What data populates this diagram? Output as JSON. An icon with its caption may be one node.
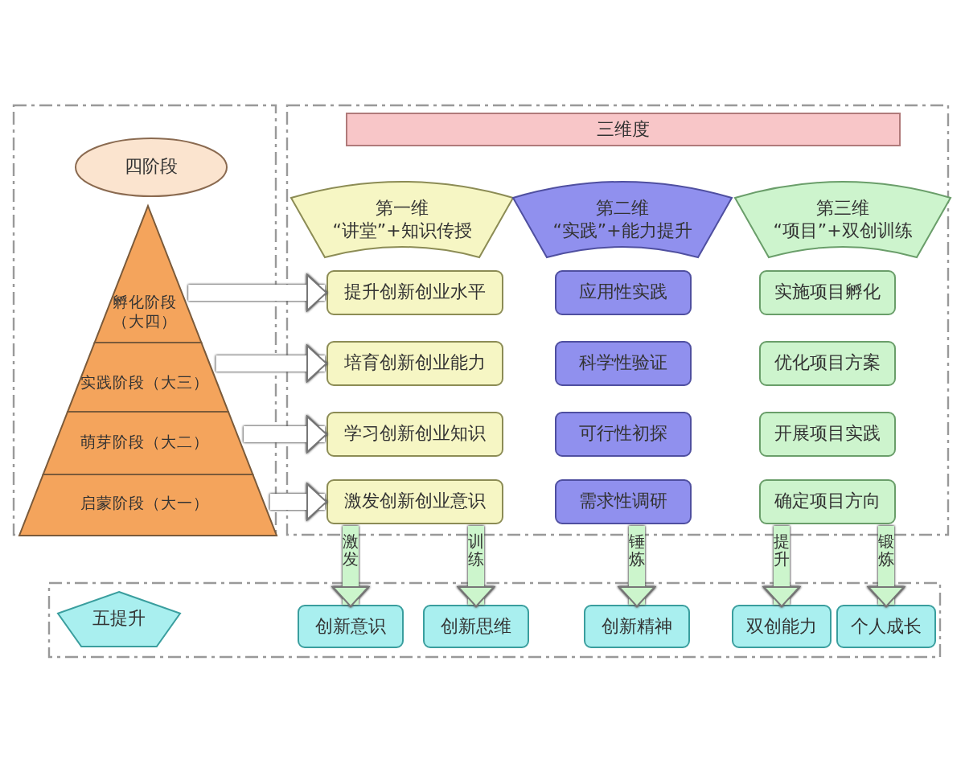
{
  "diagram": {
    "nodes": [
      {
        "text": [],
        "shape": "box"
      },
      {
        "text": [
          "四阶段"
        ],
        "in": 0
      },
      {
        "text": [
          "孵化阶段（大四）"
        ],
        "in": 0
      },
      {
        "text": [
          "实践阶段（大三）"
        ],
        "in": 0
      },
      {
        "text": [
          "萌芽阶段（大二）"
        ],
        "in": 0
      },
      {
        "text": [
          "启蒙阶段（大一）"
        ],
        "in": 0
      },
      {
        "text": [],
        "shape": "box"
      },
      {
        "text": [
          "三维度"
        ],
        "in": 6
      },
      {
        "text": [
          "第一维",
          "“讲堂”+知识传授"
        ],
        "in": 6
      },
      {
        "text": [
          "第二维",
          "“实践”+能力提升"
        ],
        "in": 6
      },
      {
        "text": [
          "第三维",
          "“项目”+双创训练"
        ],
        "in": 6
      },
      {
        "text": [
          "提升创新创业水平"
        ],
        "in": 6
      },
      {
        "text": [
          "培育创新创业能力"
        ],
        "in": 6
      },
      {
        "text": [
          "学习创新创业知识"
        ],
        "in": 6
      },
      {
        "text": [
          "激发创新创业意识"
        ],
        "in": 6
      },
      {
        "text": [
          "应用性实践"
        ],
        "in": 6
      },
      {
        "text": [
          "科学性验证"
        ],
        "in": 6
      },
      {
        "text": [
          "可行性初探"
        ],
        "in": 6
      },
      {
        "text": [
          "需求性调研"
        ],
        "in": 6
      },
      {
        "text": [
          "实施项目孵化"
        ],
        "in": 6
      },
      {
        "text": [
          "优化项目方案"
        ],
        "in": 6
      },
      {
        "text": [
          "开展项目实践"
        ],
        "in": 6
      },
      {
        "text": [
          "确定项目方向"
        ],
        "in": 6
      },
      {
        "text": [],
        "shape": "box"
      },
      {
        "text": [
          "五提升"
        ],
        "in": 23
      },
      {
        "text": [
          "创新意识"
        ],
        "in": 23
      },
      {
        "text": [
          "创新思维"
        ],
        "in": 23
      },
      {
        "text": [
          "创新精神"
        ],
        "in": 23
      },
      {
        "text": [
          "双创能力"
        ],
        "in": 23
      },
      {
        "text": [
          "个人成长"
        ],
        "in": 23
      }
    ],
    "edges": [
      {
        "from": 2,
        "to": 11,
        "arrow": "to",
        "color": "#ffffff"
      },
      {
        "from": 3,
        "to": 12,
        "arrow": "to",
        "color": "#ffffff"
      },
      {
        "from": 4,
        "to": 13,
        "arrow": "to",
        "color": "#ffffff"
      },
      {
        "from": 5,
        "to": 14,
        "arrow": "to",
        "color": "#ffffff"
      },
      {
        "from": 6,
        "to": 25,
        "arrow": "to",
        "label": "激发"
      },
      {
        "from": 6,
        "to": 26,
        "arrow": "to",
        "label": "训练"
      },
      {
        "from": 6,
        "to": 27,
        "arrow": "to",
        "label": "锤炼"
      },
      {
        "from": 6,
        "to": 28,
        "arrow": "to",
        "label": "提升"
      },
      {
        "from": 6,
        "to": 29,
        "arrow": "to",
        "label": "锻炼"
      }
    ]
  }
}
